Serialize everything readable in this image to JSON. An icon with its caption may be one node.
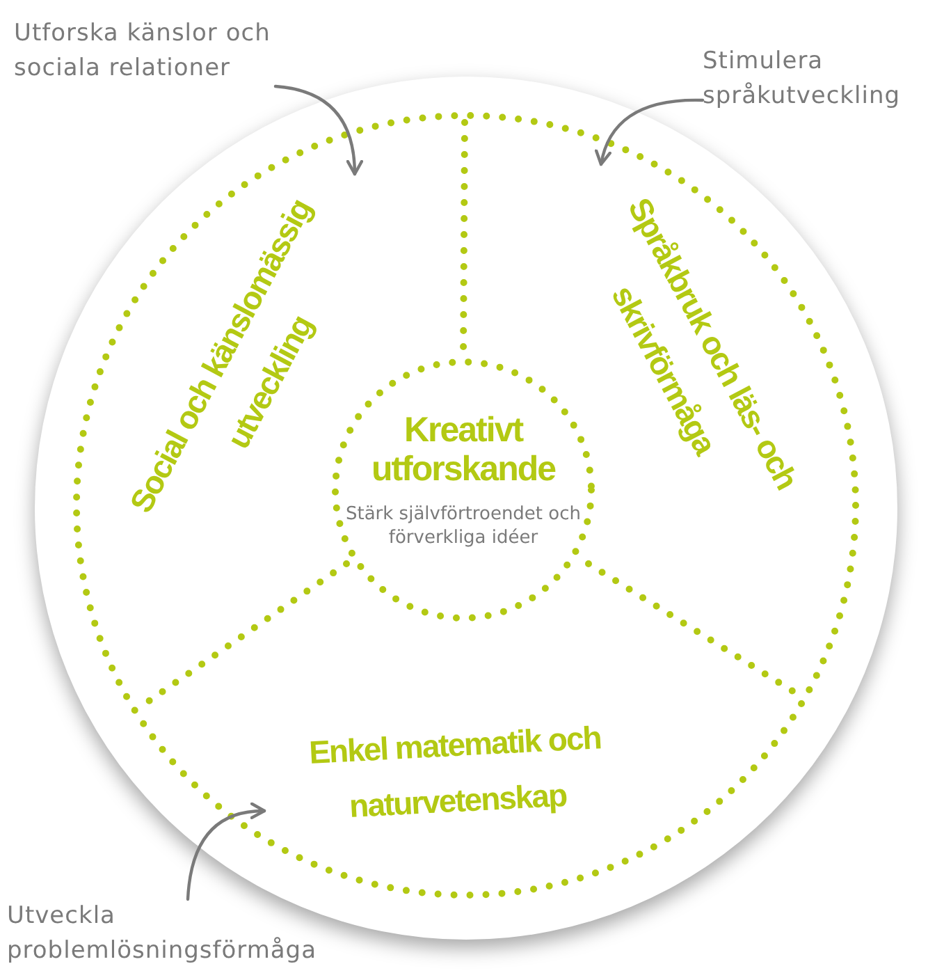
{
  "diagram": {
    "nodes": [
      {
        "text": [
          "Utforska känslor och sociala relationer"
        ]
      },
      {
        "text": [
          "Stimulera språkutveckling"
        ]
      },
      {
        "text": [],
        "shape": "circle"
      },
      {
        "text": [
          "Social och känslomässig utveckling"
        ],
        "in": 2
      },
      {
        "text": [
          "Språkbruk och läs- och skrivförmåga"
        ],
        "in": 2
      },
      {
        "text": [
          "Kreativt utforskande",
          "Stärk självförtroendet och förverkliga idéer"
        ],
        "in": 2
      },
      {
        "text": [
          "Enkel matematik och naturvetenskap"
        ],
        "in": 2
      },
      {
        "text": [
          "Utveckla problemlösningsförmåga"
        ]
      }
    ],
    "edges": [
      {
        "from": 0,
        "to": 3,
        "arrow": "to"
      },
      {
        "from": 1,
        "to": 4,
        "arrow": "to"
      },
      {
        "from": 7,
        "to": 6,
        "arrow": "to"
      }
    ]
  }
}
